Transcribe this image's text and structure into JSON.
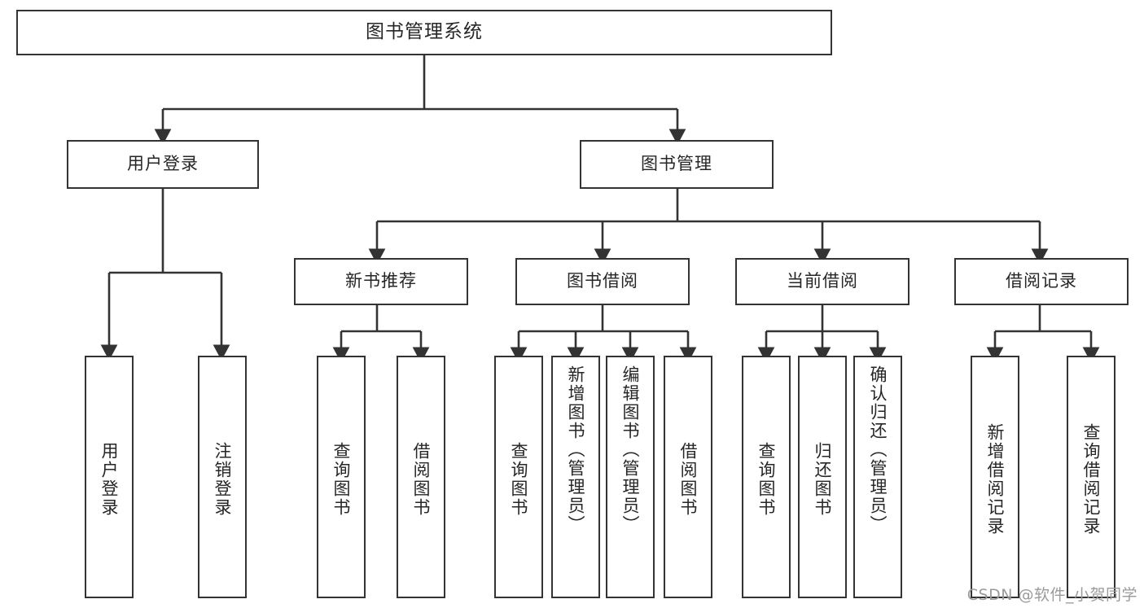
{
  "diagram": {
    "type": "tree-hierarchy-functional-decomposition",
    "title": "图书管理系统",
    "root": {
      "id": "root",
      "label": "图书管理系统"
    },
    "level1": [
      {
        "id": "user-login",
        "label": "用户登录"
      },
      {
        "id": "book-manage",
        "label": "图书管理"
      }
    ],
    "level2": [
      {
        "id": "new-book-recommend",
        "label": "新书推荐",
        "parent": "book-manage"
      },
      {
        "id": "book-borrow",
        "label": "图书借阅",
        "parent": "book-manage"
      },
      {
        "id": "current-borrow",
        "label": "当前借阅",
        "parent": "book-manage"
      },
      {
        "id": "borrow-record",
        "label": "借阅记录",
        "parent": "book-manage"
      }
    ],
    "leaves": [
      {
        "id": "leaf-user-login",
        "label": "用户登录",
        "parent": "user-login"
      },
      {
        "id": "leaf-logout-login",
        "label": "注销登录",
        "parent": "user-login"
      },
      {
        "id": "leaf-query-book-1",
        "label": "查询图书",
        "parent": "new-book-recommend"
      },
      {
        "id": "leaf-borrow-book-1",
        "label": "借阅图书",
        "parent": "new-book-recommend"
      },
      {
        "id": "leaf-query-book-2",
        "label": "查询图书",
        "parent": "book-borrow"
      },
      {
        "id": "leaf-add-book",
        "label": "新增图书（管理员）",
        "parent": "book-borrow"
      },
      {
        "id": "leaf-edit-book",
        "label": "编辑图书（管理员）",
        "parent": "book-borrow"
      },
      {
        "id": "leaf-borrow-book-2",
        "label": "借阅图书",
        "parent": "book-borrow"
      },
      {
        "id": "leaf-query-book-3",
        "label": "查询图书",
        "parent": "current-borrow"
      },
      {
        "id": "leaf-return-book",
        "label": "归还图书",
        "parent": "current-borrow"
      },
      {
        "id": "leaf-confirm-return",
        "label": "确认归还（管理员）",
        "parent": "current-borrow"
      },
      {
        "id": "leaf-add-borrow-record",
        "label": "新增借阅记录",
        "parent": "borrow-record"
      },
      {
        "id": "leaf-query-borrow-record",
        "label": "查询借阅记录",
        "parent": "borrow-record"
      }
    ],
    "watermark": "CSDN @软件_小贺同学",
    "colors": {
      "stroke": "#333333",
      "node_fill": "#ffffff",
      "text": "#262626",
      "background": "#ffffff",
      "watermark": "#9a9a9a"
    }
  }
}
